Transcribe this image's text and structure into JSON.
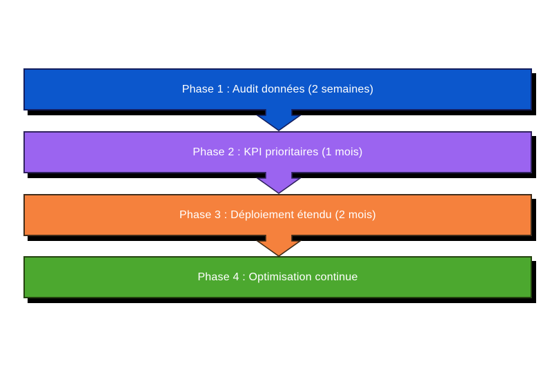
{
  "diagram": {
    "background_color": "#ffffff",
    "shadow_color": "#000000",
    "label_color": "#ffffff",
    "phases": [
      {
        "label": "Phase 1 : Audit données (2 semaines)",
        "fill": "#0c57cc",
        "outline": "#141e5e"
      },
      {
        "label": "Phase 2 : KPI prioritaires (1 mois)",
        "fill": "#9b64f0",
        "outline": "#31235f"
      },
      {
        "label": "Phase 3 : Déploiement étendu (2 mois)",
        "fill": "#f5813d",
        "outline": "#402d1a"
      },
      {
        "label": "Phase 4 : Optimisation continue",
        "fill": "#4ca82f",
        "outline": "#24420f"
      }
    ]
  }
}
